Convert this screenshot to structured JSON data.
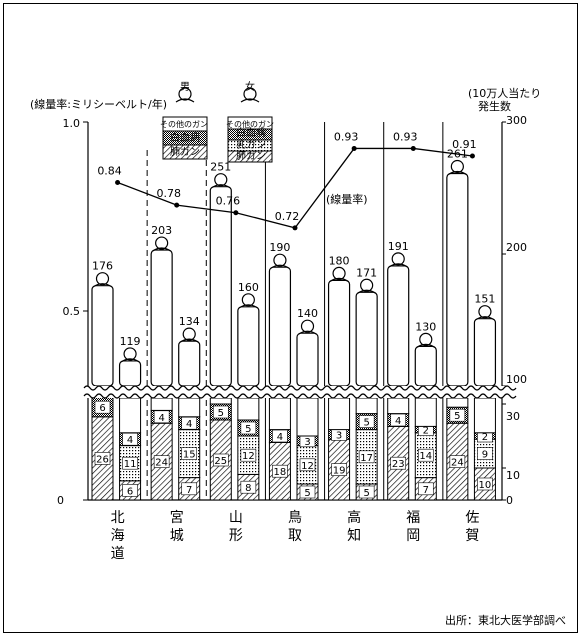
{
  "chart_data": {
    "type": "bar",
    "categories": [
      "北海道",
      "宮城",
      "山形",
      "鳥取",
      "高知",
      "福岡",
      "佐賀"
    ],
    "left_axis": {
      "label": "(線量率:ミリシーベルト/年)",
      "ticks": [
        "0",
        "0.5",
        "1.0"
      ],
      "ylim": [
        0,
        1.0
      ]
    },
    "right_axis": {
      "label_line1": "(10万人当たり",
      "label_line2": "発生数",
      "ticks_lower": [
        "0",
        "10",
        "30"
      ],
      "ticks_upper": [
        "100",
        "200",
        "300"
      ]
    },
    "line_series": {
      "name": "(線量率)",
      "values": [
        0.84,
        0.78,
        0.76,
        0.72,
        0.93,
        0.93,
        0.91
      ],
      "labels": [
        "0.84",
        "0.78",
        "0.76",
        "0.72",
        "0.93",
        "0.93",
        "0.91"
      ]
    },
    "male": {
      "totals": [
        176,
        203,
        251,
        190,
        180,
        191,
        261
      ],
      "lung": [
        26,
        24,
        25,
        18,
        19,
        23,
        24
      ],
      "blood": [
        6,
        4,
        5,
        4,
        3,
        4,
        5
      ]
    },
    "female": {
      "totals": [
        119,
        134,
        160,
        140,
        171,
        130,
        151
      ],
      "lung": [
        6,
        7,
        8,
        5,
        5,
        7,
        10
      ],
      "breast": [
        11,
        15,
        12,
        12,
        17,
        14,
        9
      ],
      "blood": [
        4,
        4,
        5,
        3,
        5,
        2,
        2
      ]
    },
    "legend": {
      "male": {
        "title": "男",
        "other": "その他のガン",
        "blood": "白血病",
        "lung": "肺ガン"
      },
      "female": {
        "title": "女",
        "other": "その他のガン",
        "blood": "白血病",
        "breast": "乳ガン",
        "lung": "肺ガン"
      }
    }
  },
  "source": "出所：東北大医学部調べ"
}
